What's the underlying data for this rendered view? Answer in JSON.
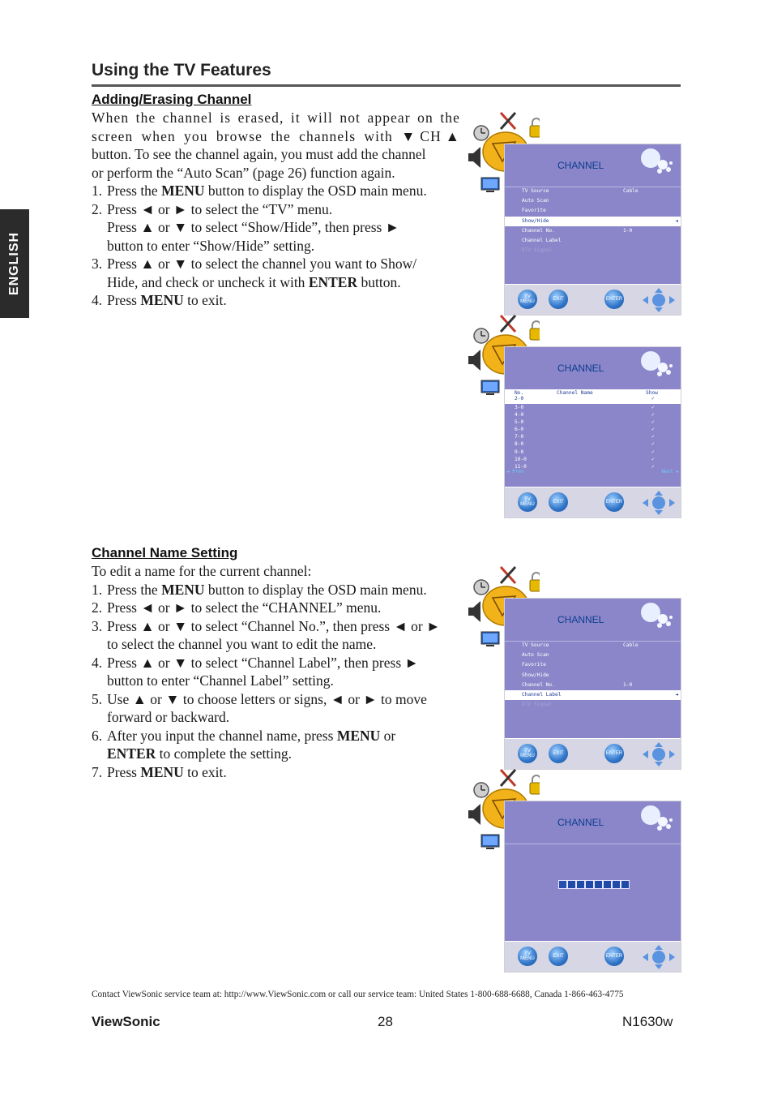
{
  "side_tab": "ENGLISH",
  "header": {
    "title": "Using the TV Features"
  },
  "section1": {
    "title": "Adding/Erasing Channel",
    "intro": [
      "When the channel is erased, it will not appear on the",
      "screen when you browse the channels with ▼CH▲",
      "button. To see the channel again, you must add the channel",
      "or perform the “Auto Scan” (page 26) function again."
    ],
    "steps": [
      {
        "num": "1.",
        "lines": [
          "Press the |MENU| button to display the OSD main menu."
        ]
      },
      {
        "num": "2.",
        "lines": [
          "Press ◄ or ► to select the “TV” menu.",
          "Press ▲ or ▼ to select “Show/Hide”, then press ►",
          "button to enter “Show/Hide” setting."
        ]
      },
      {
        "num": "3.",
        "lines": [
          "Press ▲ or ▼ to select the channel you want to Show/",
          "Hide, and check or uncheck it with |ENTER| button."
        ]
      },
      {
        "num": "4.",
        "lines": [
          "Press |MENU| to exit."
        ]
      }
    ]
  },
  "section2": {
    "title": "Channel Name Setting",
    "intro": "To edit a name for the current channel:",
    "steps": [
      {
        "num": "1.",
        "lines": [
          "Press the |MENU| button to display the OSD main menu."
        ]
      },
      {
        "num": "2.",
        "lines": [
          "Press ◄ or ► to select the “CHANNEL” menu."
        ]
      },
      {
        "num": "3.",
        "lines": [
          "Press ▲ or ▼ to select “Channel No.”, then press ◄ or ►",
          "to select the channel you want to edit the name."
        ]
      },
      {
        "num": "4.",
        "lines": [
          "Press ▲ or ▼ to select “Channel Label”, then press ►",
          "button to enter “Channel Label” setting."
        ]
      },
      {
        "num": "5.",
        "lines": [
          "Use ▲ or ▼ to choose letters or signs, ◄ or ► to move",
          "forward or backward."
        ]
      },
      {
        "num": "6.",
        "lines": [
          "After you input the channel name, press |MENU| or",
          "|ENTER| to complete the setting."
        ]
      },
      {
        "num": "7.",
        "lines": [
          "Press |MENU| to exit."
        ]
      }
    ]
  },
  "osd": {
    "title": "CHANNEL",
    "buttons": {
      "menu": "TV MENU",
      "exit": "EXIT",
      "enter": "ENTER"
    },
    "menu_items": [
      {
        "label": "TV Source",
        "value": "Cable"
      },
      {
        "label": "Auto Scan",
        "value": ""
      },
      {
        "label": "Favorite",
        "value": ""
      },
      {
        "label": "Show/Hide",
        "value": ""
      },
      {
        "label": "Channel No.",
        "value": "1-0"
      },
      {
        "label": "Channel Label",
        "value": ""
      },
      {
        "label": "DTV Signal",
        "value": ""
      }
    ],
    "list_headers": {
      "no": "No.",
      "name": "Channel Name",
      "show": "Show"
    },
    "channels": [
      "2-0",
      "3-0",
      "4-0",
      "5-0",
      "6-0",
      "7-0",
      "8-0",
      "9-0",
      "10-0",
      "11-0"
    ],
    "check_mark": "✓",
    "nav_prev": "◄ Prev",
    "nav_next": "Next ►",
    "arrow": "◄",
    "label_box_count": 8,
    "colors": {
      "panel": "#8b86c9",
      "title": "#0b3d8f",
      "selected_text": "#1f3d99"
    }
  },
  "footer": {
    "contact": "Contact ViewSonic service team at: http://www.ViewSonic.com or call our service team: United States 1-800-688-6688, Canada 1-866-463-4775",
    "brand": "ViewSonic",
    "page": "28",
    "model": "N1630w"
  }
}
